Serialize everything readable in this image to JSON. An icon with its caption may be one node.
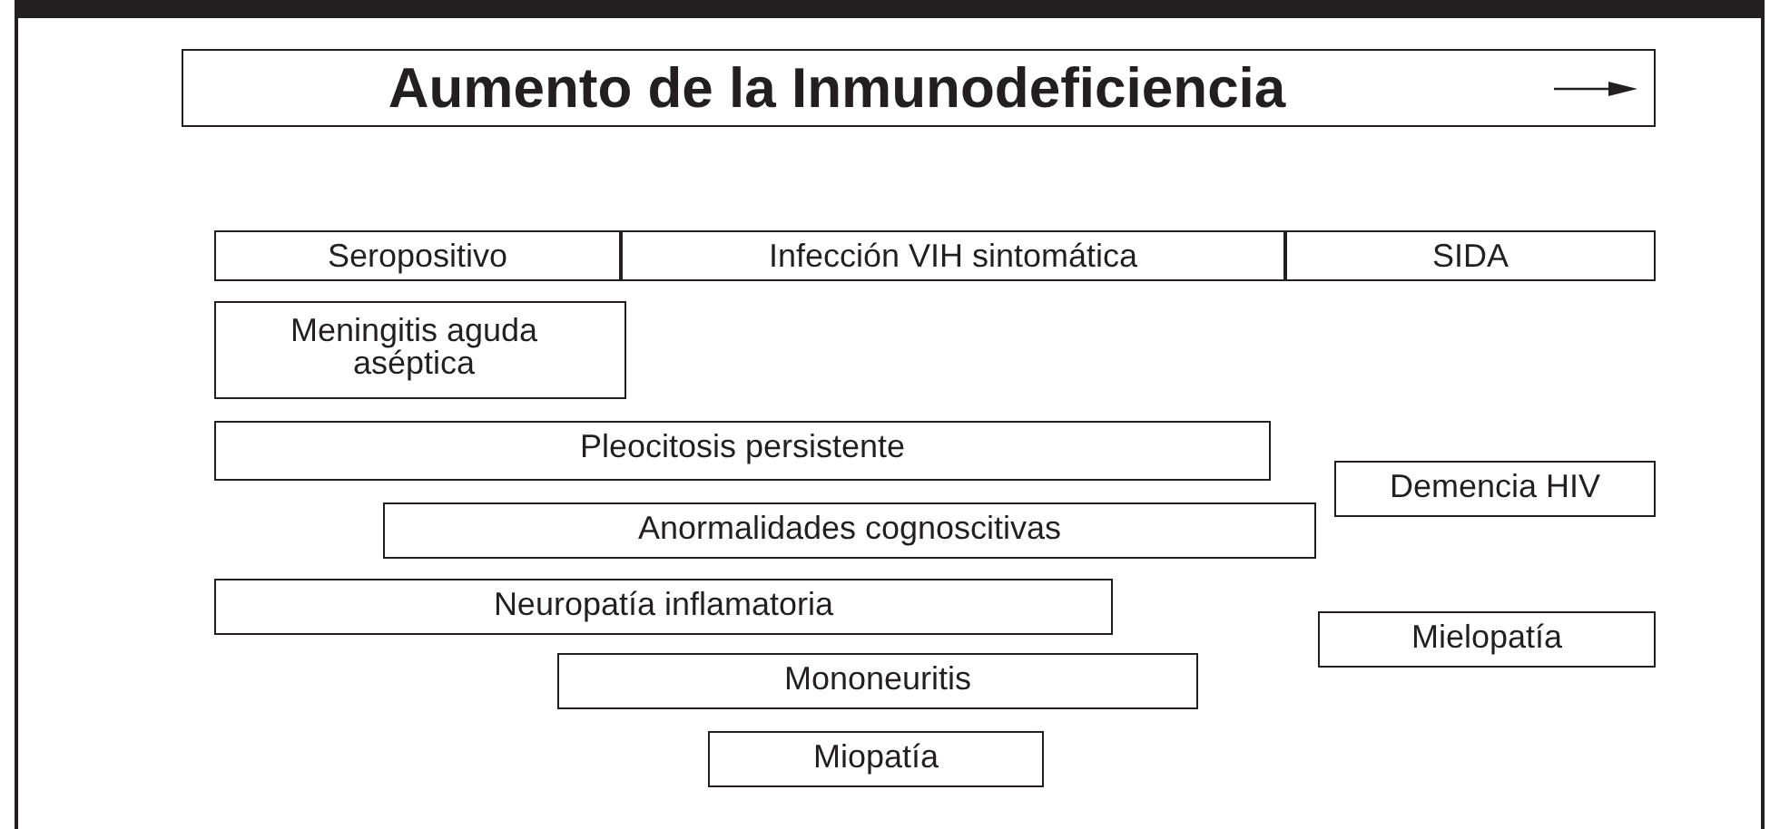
{
  "diagram": {
    "nodes": [
      {
        "text": [
          "Aumento de la Inmunodeficiencia"
        ]
      },
      {
        "text": [
          "Seropositivo"
        ]
      },
      {
        "text": [
          "Infección VIH sintomática"
        ]
      },
      {
        "text": [
          "SIDA"
        ]
      },
      {
        "text": [
          "Meningitis aguda aséptica"
        ]
      },
      {
        "text": [
          "Pleocitosis persistente"
        ]
      },
      {
        "text": [
          "Demencia HIV"
        ]
      },
      {
        "text": [
          "Anormalidades cognoscitivas"
        ]
      },
      {
        "text": [
          "Neuropatía inflamatoria"
        ]
      },
      {
        "text": [
          "Mielopatía"
        ]
      },
      {
        "text": [
          "Mononeuritis"
        ]
      },
      {
        "text": [
          "Miopatía"
        ]
      }
    ]
  }
}
